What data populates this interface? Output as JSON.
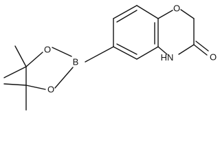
{
  "atoms": {
    "ring_oxygen": "O",
    "amide_nitrogen": "H",
    "amide_nitrogen_letter": "N",
    "carbonyl_oxygen": "O",
    "boron": "B",
    "pinacol_oxygen_upper": "O",
    "pinacol_oxygen_lower": "O"
  },
  "colors": {
    "bond": "#111111",
    "label": "#111111",
    "background": "#ffffff"
  }
}
